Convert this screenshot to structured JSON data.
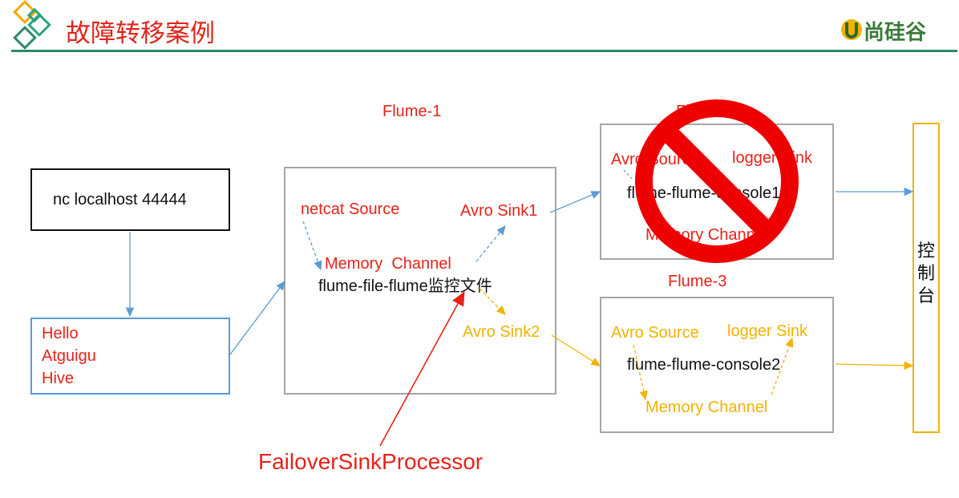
{
  "header": {
    "title": "故障转移案例",
    "logo_text": "尚硅谷"
  },
  "nc_box": {
    "label": "nc localhost 44444"
  },
  "input_box": {
    "lines": [
      "Hello",
      "Atguigu",
      "Hive"
    ]
  },
  "flume1": {
    "title": "Flume-1",
    "source": "netcat Source",
    "channel": "Memory  Channel",
    "sink1": "Avro Sink1",
    "sink2": "Avro Sink2",
    "config": "flume-file-flume监控文件"
  },
  "flume2": {
    "title": "Flume-2",
    "source": "Avro Source",
    "sink": "logger Sink",
    "config": "flume-flume-console1",
    "channel": "Memory Channel"
  },
  "flume3": {
    "title": "Flume-3",
    "source": "Avro Source",
    "sink": "logger Sink",
    "config": "flume-flume-console2",
    "channel": "Memory Channel"
  },
  "console": {
    "label": "控制台"
  },
  "processor": {
    "label": "FailoverSinkProcessor"
  },
  "colors": {
    "red": "#e8221a",
    "orange": "#f2b200",
    "blue_arrow": "#5b9bd5",
    "box_border": "#a6a6a6",
    "header_green": "#2a8a6e"
  }
}
